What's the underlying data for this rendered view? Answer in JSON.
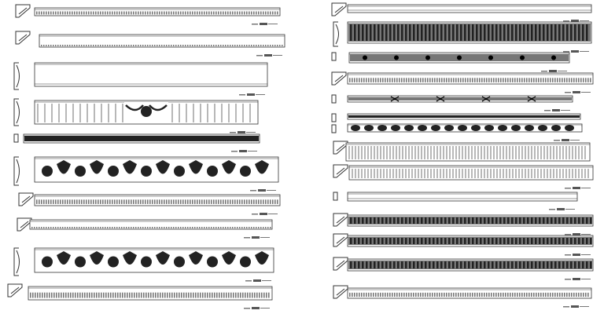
{
  "colors": {
    "background": "#ffffff",
    "line": "#333333",
    "fill_dark": "#222222",
    "fill_mid": "#777777"
  },
  "moldings": [
    {
      "column": "left",
      "pattern": "dentil-dense",
      "profile": "cove"
    },
    {
      "column": "left",
      "pattern": "plain-dotted",
      "profile": "cove"
    },
    {
      "column": "left",
      "pattern": "plain",
      "profile": "bracket"
    },
    {
      "column": "left",
      "pattern": "fluted-center-ornament",
      "profile": "bracket"
    },
    {
      "column": "left",
      "pattern": "dark-band",
      "profile": "small"
    },
    {
      "column": "left",
      "pattern": "ornament-repeat",
      "profile": "bracket"
    },
    {
      "column": "left",
      "pattern": "dentil-dense",
      "profile": "cove"
    },
    {
      "column": "left",
      "pattern": "plain-dotted",
      "profile": "cove"
    },
    {
      "column": "left",
      "pattern": "ornament-repeat",
      "profile": "bracket"
    },
    {
      "column": "left",
      "pattern": "dentil-dense",
      "profile": "cove"
    },
    {
      "column": "right",
      "pattern": "plain",
      "profile": "cove"
    },
    {
      "column": "right",
      "pattern": "dark-dense",
      "profile": "bracket"
    },
    {
      "column": "right",
      "pattern": "dark-dots",
      "profile": "small"
    },
    {
      "column": "right",
      "pattern": "dentil-dense",
      "profile": "cove"
    },
    {
      "column": "right",
      "pattern": "dark-cross",
      "profile": "small"
    },
    {
      "column": "right",
      "pattern": "dark-band",
      "profile": "small"
    },
    {
      "column": "right",
      "pattern": "leaf-repeat",
      "profile": "small"
    },
    {
      "column": "right",
      "pattern": "fluted",
      "profile": "cove"
    },
    {
      "column": "right",
      "pattern": "fluted",
      "profile": "cove"
    },
    {
      "column": "right",
      "pattern": "plain",
      "profile": "small"
    },
    {
      "column": "right",
      "pattern": "dark-dense",
      "profile": "cove"
    },
    {
      "column": "right",
      "pattern": "dark-dense",
      "profile": "cove"
    },
    {
      "column": "right",
      "pattern": "dark-dense",
      "profile": "cove"
    },
    {
      "column": "right",
      "pattern": "dentil-dense",
      "profile": "cove"
    }
  ]
}
